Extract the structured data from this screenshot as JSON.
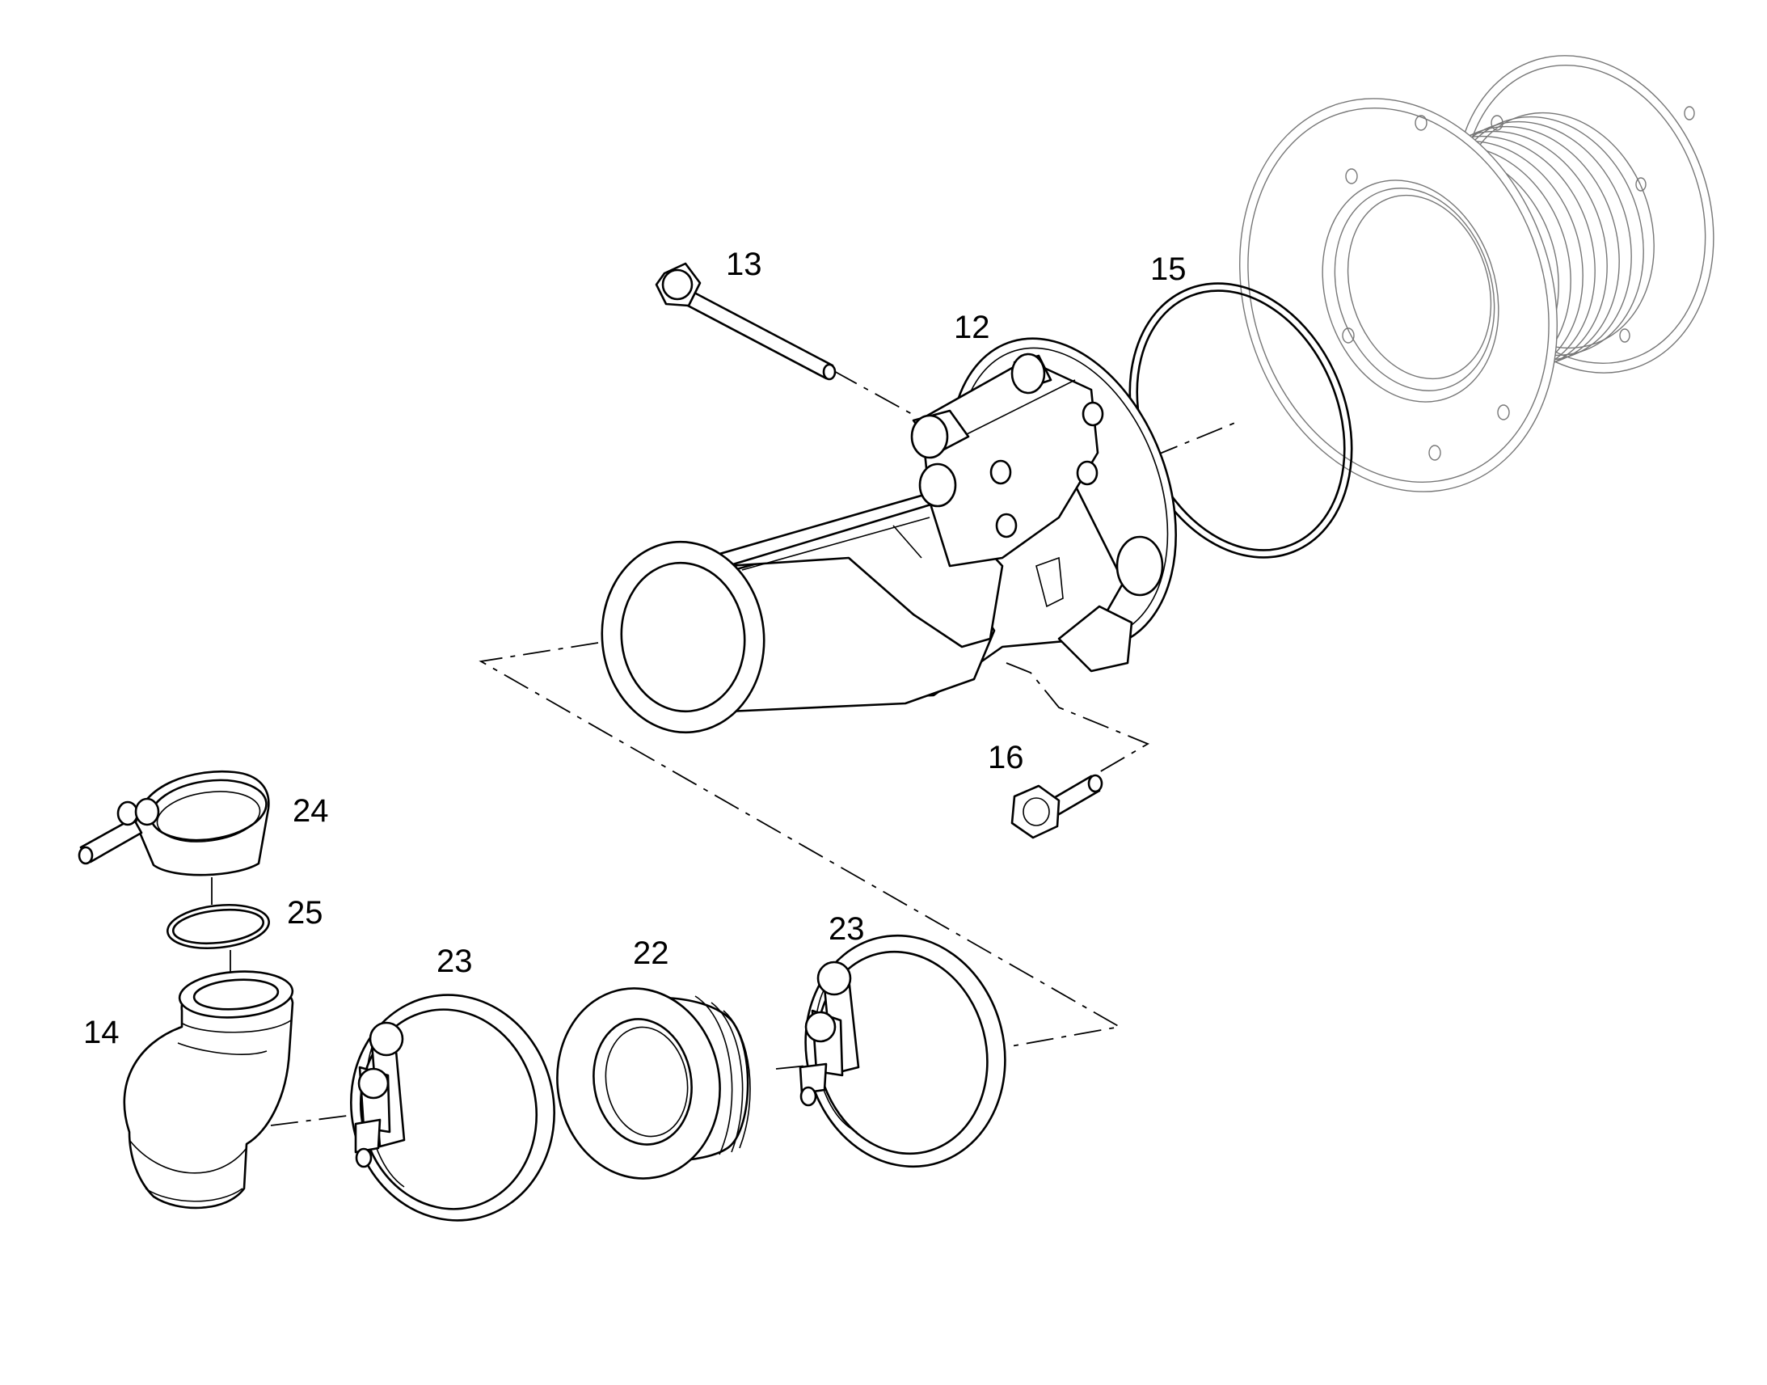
{
  "callouts": {
    "c12": "12",
    "c13": "13",
    "c14": "14",
    "c15": "15",
    "c16": "16",
    "c22": "22",
    "c23a": "23",
    "c23b": "23",
    "c24": "24",
    "c25": "25"
  },
  "colors": {
    "line": "#000000",
    "flex_pipe_line": "#777777",
    "background": "#ffffff"
  }
}
